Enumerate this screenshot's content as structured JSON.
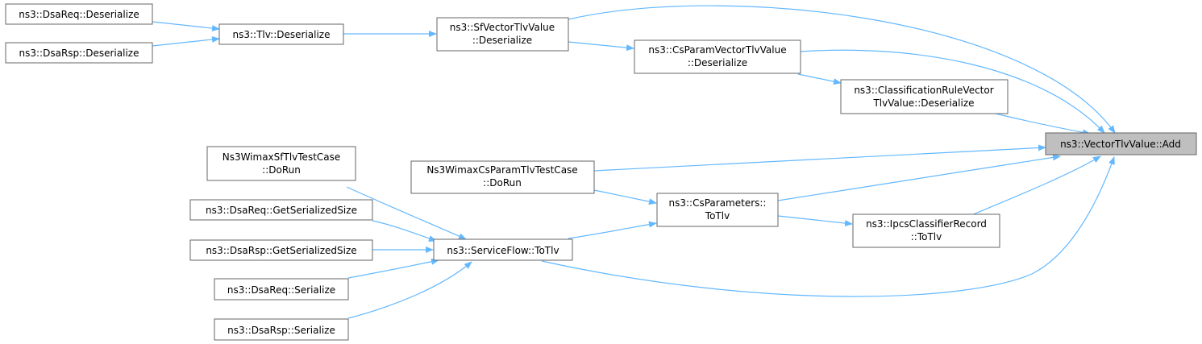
{
  "diagram": {
    "type": "call-graph",
    "direction": "right-to-left",
    "colors": {
      "edge": "#63b8ff",
      "root_fill": "#bfbfbf",
      "node_border": "#666666"
    },
    "nodes": [
      {
        "id": "n0",
        "lines": [
          "ns3::VectorTlvValue::Add"
        ]
      },
      {
        "id": "n1",
        "lines": [
          "ns3::SfVectorTlvValue",
          "::Deserialize"
        ]
      },
      {
        "id": "n2",
        "lines": [
          "ns3::Tlv::Deserialize"
        ]
      },
      {
        "id": "n3",
        "lines": [
          "ns3::DsaReq::Deserialize"
        ]
      },
      {
        "id": "n4",
        "lines": [
          "ns3::DsaRsp::Deserialize"
        ]
      },
      {
        "id": "n5",
        "lines": [
          "ns3::CsParamVectorTlvValue",
          "::Deserialize"
        ]
      },
      {
        "id": "n6",
        "lines": [
          "ns3::ClassificationRuleVector",
          "TlvValue::Deserialize"
        ]
      },
      {
        "id": "n7",
        "lines": [
          "Ns3WimaxCsParamTlvTestCase",
          "::DoRun"
        ]
      },
      {
        "id": "n8",
        "lines": [
          "ns3::CsParameters::",
          "ToTlv"
        ]
      },
      {
        "id": "n9",
        "lines": [
          "ns3::ServiceFlow::ToTlv"
        ]
      },
      {
        "id": "n10",
        "lines": [
          "Ns3WimaxSfTlvTestCase",
          "::DoRun"
        ]
      },
      {
        "id": "n11",
        "lines": [
          "ns3::DsaReq::GetSerializedSize"
        ]
      },
      {
        "id": "n12",
        "lines": [
          "ns3::DsaRsp::GetSerializedSize"
        ]
      },
      {
        "id": "n13",
        "lines": [
          "ns3::DsaReq::Serialize"
        ]
      },
      {
        "id": "n14",
        "lines": [
          "ns3::DsaRsp::Serialize"
        ]
      },
      {
        "id": "n15",
        "lines": [
          "ns3::IpcsClassifierRecord",
          "::ToTlv"
        ]
      }
    ],
    "edges": [
      {
        "from": "n1",
        "to": "n0"
      },
      {
        "from": "n5",
        "to": "n0"
      },
      {
        "from": "n6",
        "to": "n0"
      },
      {
        "from": "n7",
        "to": "n0"
      },
      {
        "from": "n8",
        "to": "n0"
      },
      {
        "from": "n15",
        "to": "n0"
      },
      {
        "from": "n9",
        "to": "n0"
      },
      {
        "from": "n2",
        "to": "n1"
      },
      {
        "from": "n3",
        "to": "n2"
      },
      {
        "from": "n4",
        "to": "n2"
      },
      {
        "from": "n1",
        "to": "n5"
      },
      {
        "from": "n5",
        "to": "n6"
      },
      {
        "from": "n7",
        "to": "n8"
      },
      {
        "from": "n9",
        "to": "n8"
      },
      {
        "from": "n8",
        "to": "n15"
      },
      {
        "from": "n10",
        "to": "n9"
      },
      {
        "from": "n11",
        "to": "n9"
      },
      {
        "from": "n12",
        "to": "n9"
      },
      {
        "from": "n13",
        "to": "n9"
      },
      {
        "from": "n14",
        "to": "n9"
      }
    ]
  }
}
